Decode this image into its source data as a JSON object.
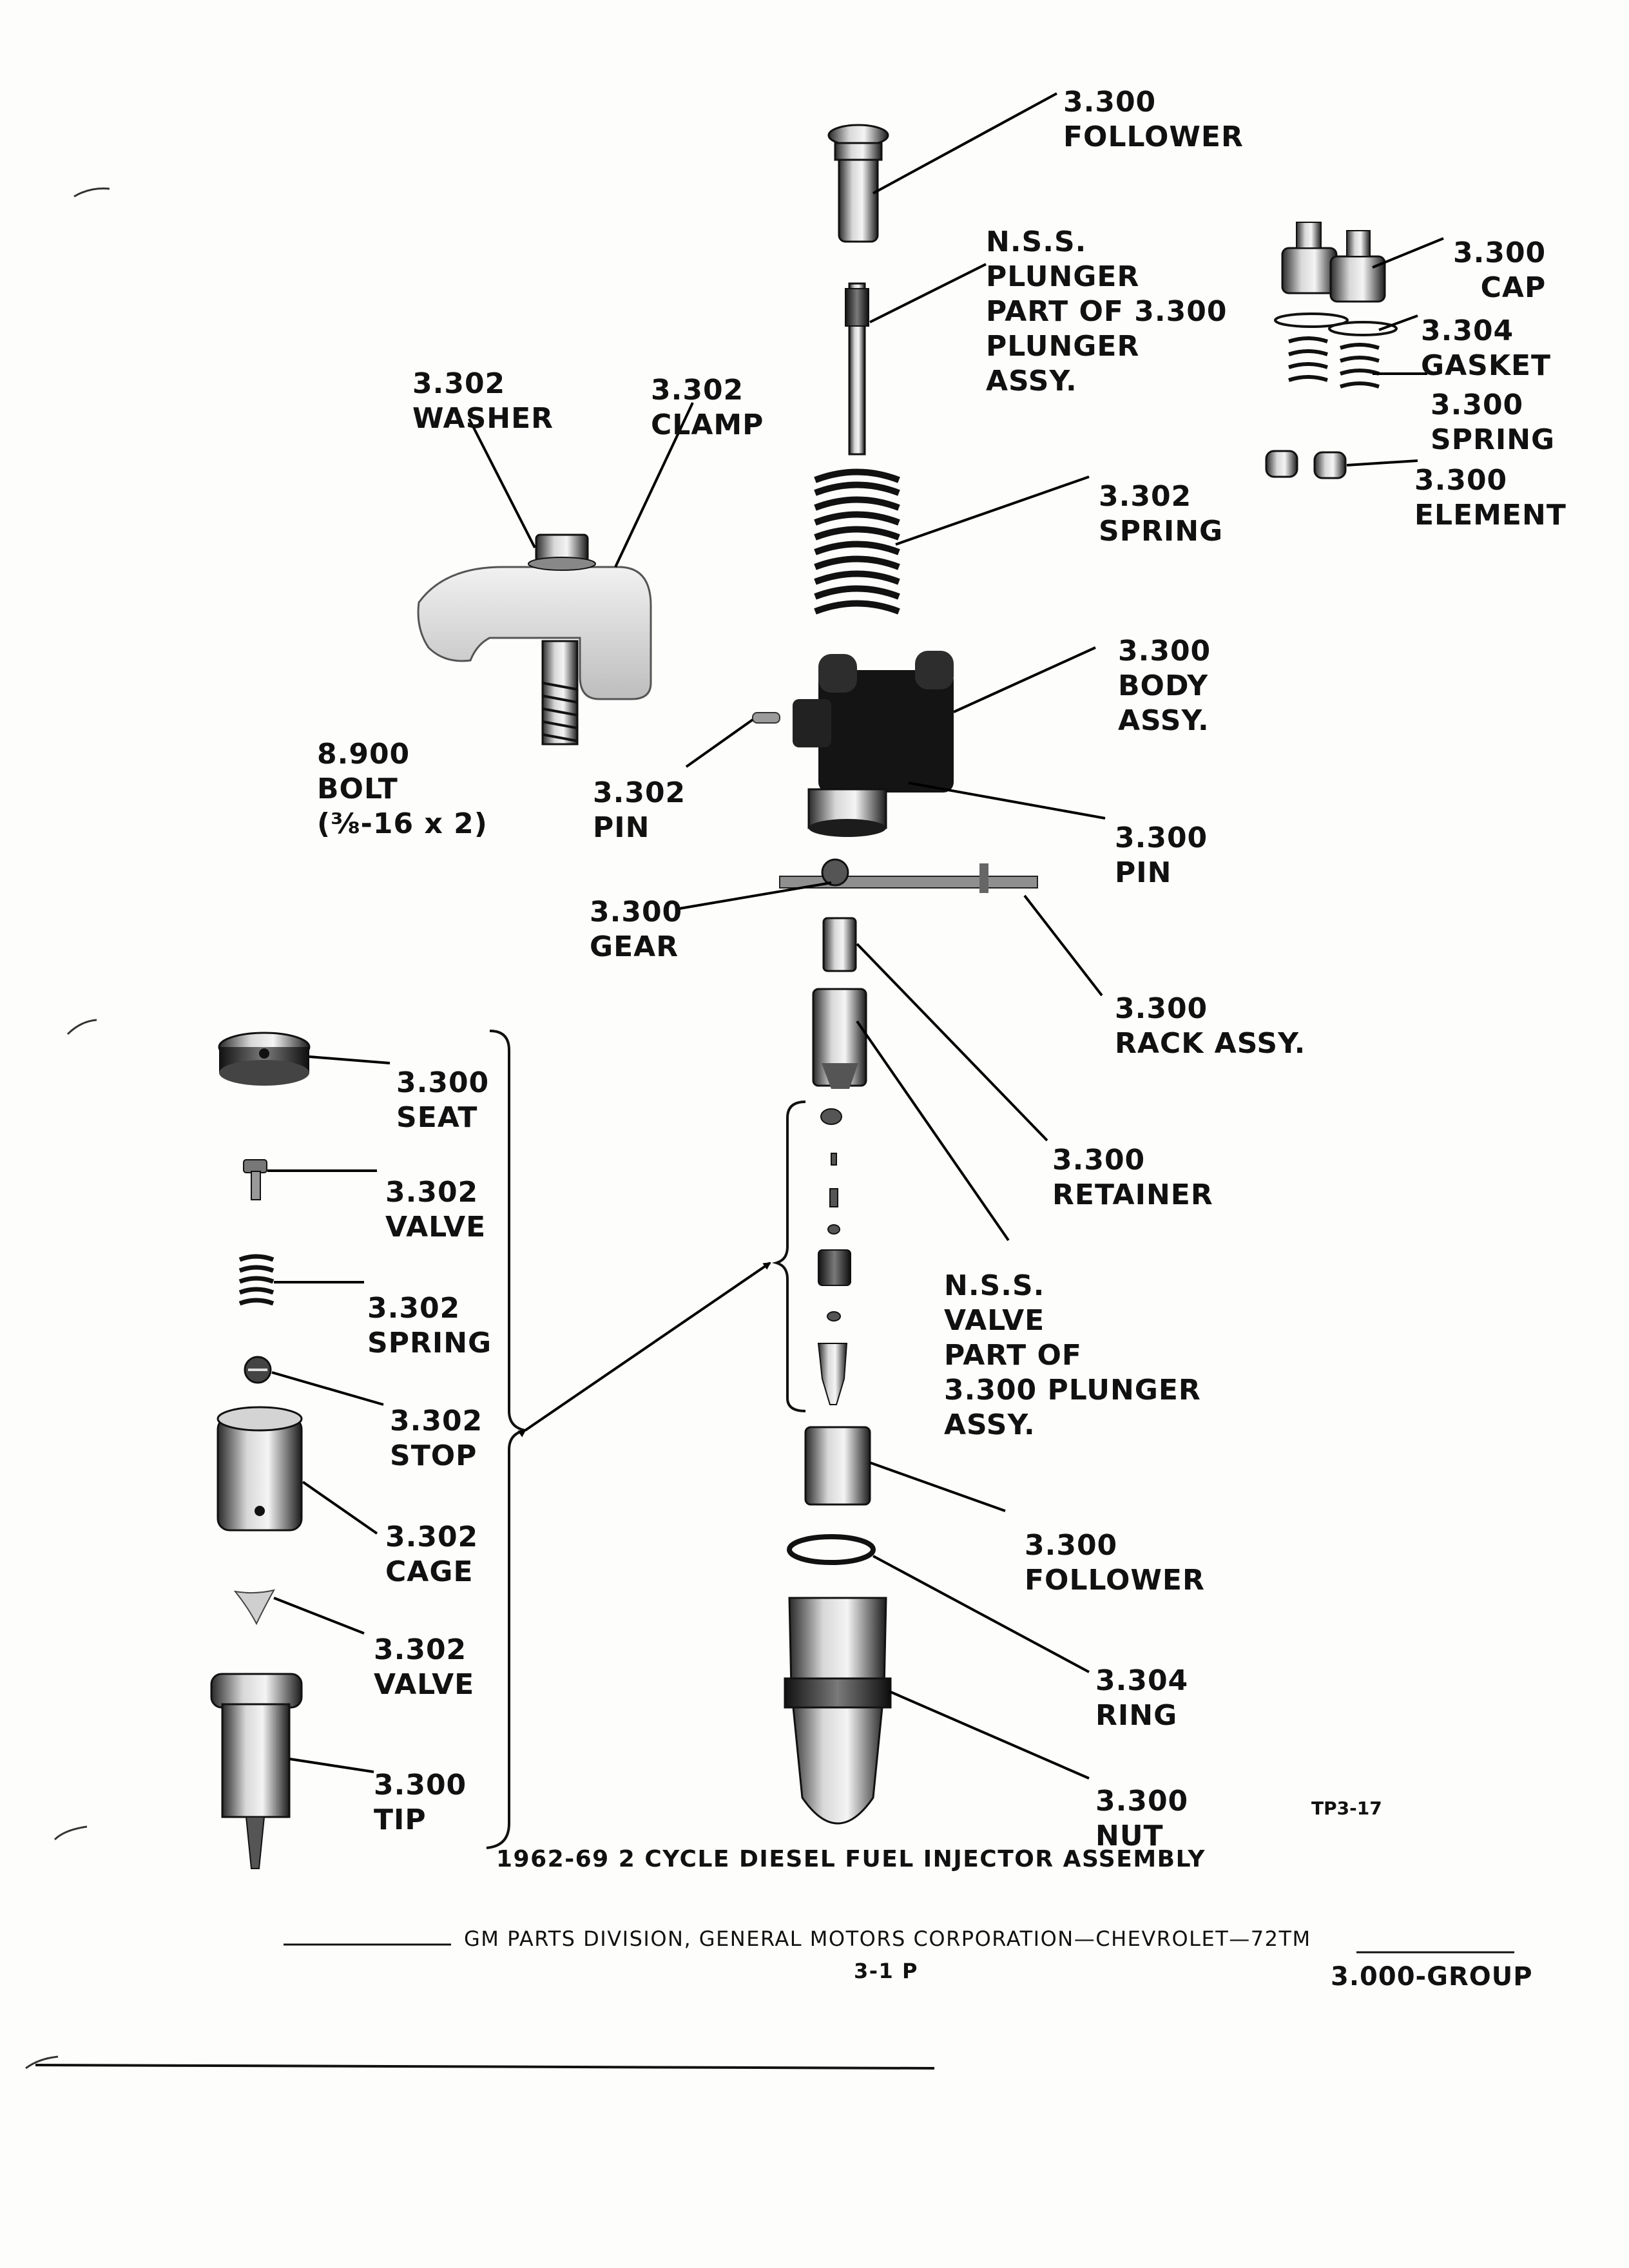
{
  "labels": {
    "follower_top": [
      "3.300",
      "FOLLOWER"
    ],
    "plunger": [
      "N.S.S.",
      "PLUNGER",
      "PART OF 3.300",
      "PLUNGER",
      "ASSY."
    ],
    "cap": [
      "3.300",
      "CAP"
    ],
    "gasket": [
      "3.304",
      "GASKET"
    ],
    "spring_right": [
      "3.300",
      "SPRING"
    ],
    "element": [
      "3.300",
      "ELEMENT"
    ],
    "washer": [
      "3.302",
      "WASHER"
    ],
    "clamp": [
      "3.302",
      "CLAMP"
    ],
    "spring_main": [
      "3.302",
      "SPRING"
    ],
    "body": [
      "3.300",
      "BODY",
      "ASSY."
    ],
    "bolt": [
      "8.900",
      "BOLT",
      "(⅜-16 x 2)"
    ],
    "pin_left": [
      "3.302",
      "PIN"
    ],
    "pin_right": [
      "3.300",
      "PIN"
    ],
    "gear": [
      "3.300",
      "GEAR"
    ],
    "rack": [
      "3.300",
      "RACK ASSY."
    ],
    "seat": [
      "3.300",
      "SEAT"
    ],
    "valve_1": [
      "3.302",
      "VALVE"
    ],
    "retainer": [
      "3.300",
      "RETAINER"
    ],
    "spring_small": [
      "3.302",
      "SPRING"
    ],
    "valve_nss": [
      "N.S.S.",
      "VALVE",
      "PART OF",
      "3.300 PLUNGER",
      "ASSY."
    ],
    "stop": [
      "3.302",
      "STOP"
    ],
    "cage": [
      "3.302",
      "CAGE"
    ],
    "follower_bottom": [
      "3.300",
      "FOLLOWER"
    ],
    "valve_2": [
      "3.302",
      "VALVE"
    ],
    "ring": [
      "3.304",
      "RING"
    ],
    "tip": [
      "3.300",
      "TIP"
    ],
    "nut": [
      "3.300",
      "NUT"
    ]
  },
  "figure_code": "TP3-17",
  "caption": "1962-69 2 CYCLE DIESEL FUEL INJECTOR ASSEMBLY",
  "footer": {
    "division": "GM PARTS DIVISION, GENERAL MOTORS CORPORATION—CHEVROLET—72TM",
    "page": "3-1 P",
    "group": "3.000-GROUP"
  }
}
